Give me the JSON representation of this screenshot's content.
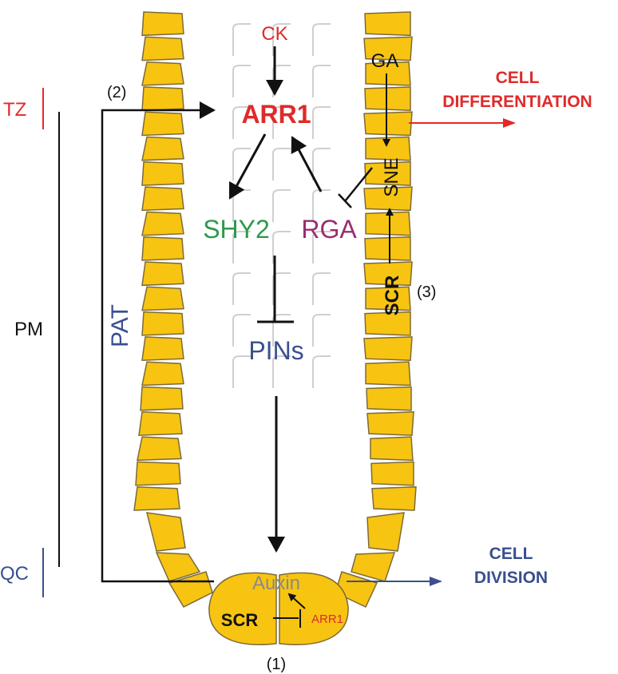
{
  "colors": {
    "red": "#e02a2a",
    "blue": "#3a4f8f",
    "green": "#2e9a4a",
    "purple": "#9b2d6e",
    "black": "#111111",
    "grey": "#8a8a8a",
    "cell_fill": "#f7c412",
    "cell_stroke": "#7d6a3a"
  },
  "zones": {
    "tz": "TZ",
    "pm": "PM",
    "qc": "QC"
  },
  "nodes": {
    "ck": "CK",
    "arr1": "ARR1",
    "shy2": "SHY2",
    "rga": "RGA",
    "pins": "PINs",
    "auxin": "Auxin",
    "ga": "GA",
    "sne": "SNE",
    "scr_side": "SCR",
    "scr_bottom": "SCR",
    "arr1_small": "ARR1",
    "pat": "PAT"
  },
  "markers": {
    "m1": "(1)",
    "m2": "(2)",
    "m3": "(3)"
  },
  "outcomes": {
    "differentiation_line1": "CELL",
    "differentiation_line2": "DIFFERENTIATION",
    "division_line1": "CELL",
    "division_line2": "DIVISION"
  }
}
